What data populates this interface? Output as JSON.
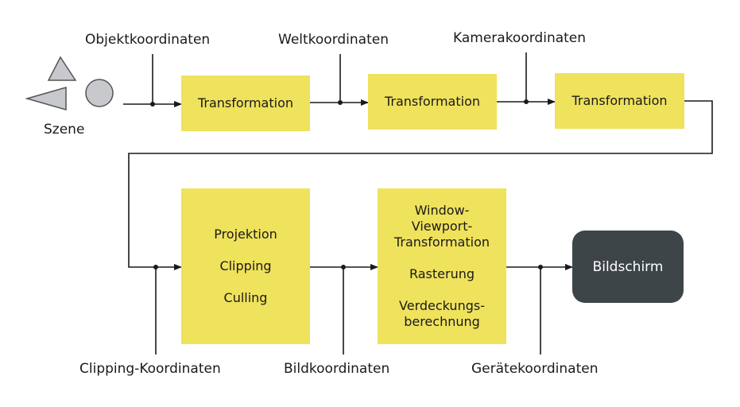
{
  "labels": {
    "objekt": "Objektkoordinaten",
    "welt": "Weltkoordinaten",
    "kamera": "Kamerakoordinaten",
    "szene": "Szene",
    "clipping": "Clipping-Koordinaten",
    "bild": "Bildkoordinaten",
    "geraete": "Gerätekoordinaten"
  },
  "boxes": {
    "t1": "Transformation",
    "t2": "Transformation",
    "t3": "Transformation",
    "projektion": "Projektion",
    "clipping": "Clipping",
    "culling": "Culling",
    "wv1": "Window-",
    "wv2": "Viewport-",
    "wv3": "Transformation",
    "rasterung": "Rasterung",
    "verd1": "Verdeckungs-",
    "verd2": "berechnung",
    "screen": "Bildschirm"
  },
  "colors": {
    "box": "#efe25c",
    "screen": "#3e4548",
    "shape": "#c8c9cc",
    "line": "#1a1a1a"
  }
}
